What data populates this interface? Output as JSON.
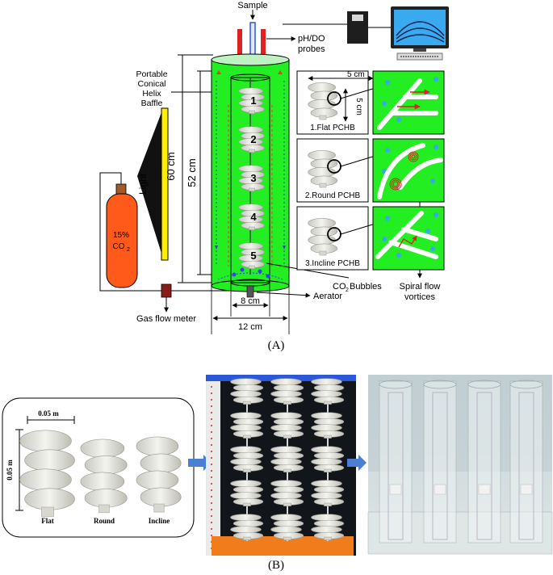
{
  "panel_a": {
    "caption": "(A)",
    "sample_label": "Sample",
    "probes_label_1": "pH/DO",
    "probes_label_2": "probes",
    "baffle_label_1": "Portable",
    "baffle_label_2": "Conical",
    "baffle_label_3": "Helix",
    "baffle_label_4": "Baffle",
    "light_label": "Light",
    "height_outer": "60 cm",
    "height_inner": "52 cm",
    "gas_bottle_1": "15%",
    "gas_bottle_2": "CO",
    "gas_bottle_sub": "2",
    "gas_flow_meter": "Gas flow meter",
    "width_inner": "8 cm",
    "width_outer": "12 cm",
    "aerator_label": "Aerator",
    "bubbles_label_1": "CO",
    "bubbles_label_sub": "2",
    "bubbles_label_2": " Bubbles",
    "vortices_label_1": "Spiral flow",
    "vortices_label_2": "vortices",
    "baffle_numbers": [
      "1",
      "2",
      "3",
      "4",
      "5"
    ],
    "inset_dim_w": "5 cm",
    "inset_dim_h": "5 cm",
    "inset_types": [
      "1.Flat PCHB",
      "2.Round PCHB",
      "3.Incline PCHB"
    ]
  },
  "panel_b": {
    "caption": "(B)",
    "dim_w": "0.05 m",
    "dim_h": "0.05 m",
    "shape_labels": [
      "Flat",
      "Round",
      "Incline"
    ]
  },
  "colors": {
    "culture_green": "#22ee22",
    "probe_red": "#dd2222",
    "light_yellow": "#ffee00",
    "gas_orange": "#ff5a1a",
    "meter_darkred": "#8b1a1a"
  }
}
